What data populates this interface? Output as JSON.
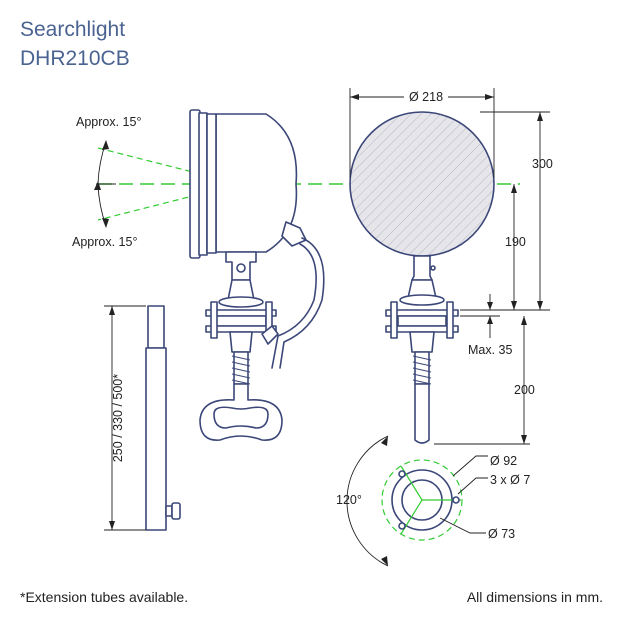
{
  "title": {
    "line1": "Searchlight",
    "line2": "DHR210CB"
  },
  "side_view": {
    "angle_top": "Approx. 15°",
    "angle_bottom": "Approx. 15°"
  },
  "front_view": {
    "diameter": "Ø 218",
    "height_total": "300",
    "height_axis": "190",
    "max_label": "Max. 35",
    "mount_height": "200"
  },
  "extension_tube": {
    "length_label": "250 / 330 / 500*"
  },
  "base_plate": {
    "angle": "120°",
    "outer_diameter": "Ø 92",
    "holes": "3 x Ø 7",
    "inner_diameter": "Ø 73"
  },
  "footnotes": {
    "left": "*Extension tubes available.",
    "right": "All dimensions in mm."
  },
  "colors": {
    "title": "#4a6391",
    "outline": "#3b4778",
    "beam": "#33cc33"
  }
}
